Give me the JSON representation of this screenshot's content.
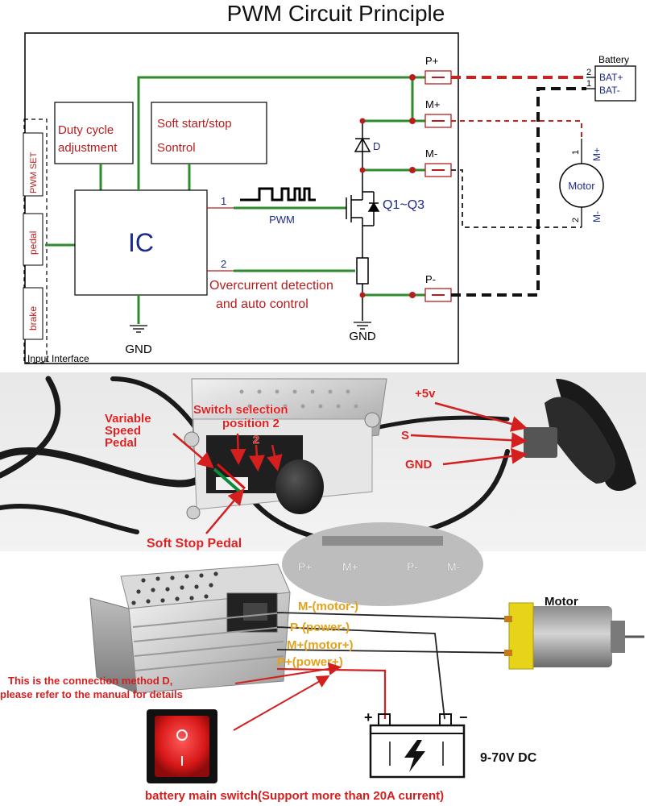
{
  "title": "PWM Circuit Principle",
  "circuit": {
    "input_interface": {
      "label": "Input Interface",
      "pins": [
        "PWM SET",
        "pedal",
        "brake"
      ]
    },
    "blocks": {
      "duty_cycle": [
        "Duty cycle",
        "adjustment"
      ],
      "soft_start": [
        "Soft start/stop",
        "Sontrol"
      ],
      "ic": "IC"
    },
    "pin1": "1",
    "pin2": "2",
    "pwm": "PWM",
    "mosfet": "Q1~Q3",
    "diode": "D",
    "overcurrent": [
      "Overcurrent detection",
      "and auto control"
    ],
    "gnd": "GND",
    "terminals": [
      "P+",
      "M+",
      "M-",
      "P-"
    ],
    "battery": {
      "label": "Battery",
      "pos": "BAT+",
      "neg": "BAT-",
      "pin_pos": "2",
      "pin_neg": "1"
    },
    "motor": {
      "label": "Motor",
      "pos": "M+",
      "neg": "M-",
      "pin_pos": "1",
      "pin_neg": "2"
    }
  },
  "photo1": {
    "labels": {
      "variable_speed": [
        "Variable",
        "Speed",
        "Pedal"
      ],
      "switch_selection": [
        "Switch selection",
        "position 2"
      ],
      "position_number": "2",
      "plus5v": "+5v",
      "s_signal": "S",
      "gnd": "GND",
      "soft_stop": "Soft Stop Pedal"
    }
  },
  "photo2": {
    "silk": [
      "P+",
      "M+",
      "P-",
      "M-"
    ],
    "wires": [
      "M-(motor-)",
      "P-(power-)",
      "M+(motor+)",
      "P+(power+)"
    ],
    "motor_label": "Motor",
    "note": [
      "This is the connection method D,",
      "please refer to the manual for details"
    ],
    "voltage": "9-70V DC",
    "battery_plus": "+",
    "battery_minus": "−",
    "switch_caption": "battery main switch(Support more than 20A current)"
  },
  "colors": {
    "red_text": "#b81d1d",
    "green_wire": "#2e8b2e",
    "navy": "#1c2a8c",
    "dashed_red": "#c8231f",
    "wire_orange": "#e3a21a"
  }
}
